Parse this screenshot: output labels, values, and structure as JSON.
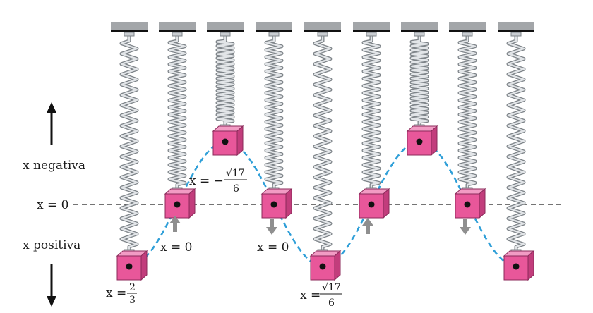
{
  "labels": {
    "x_negative": "x negativa",
    "x_zero_axis": "x = 0",
    "x_positive": "x positiva",
    "x_zero_up": "x = 0",
    "x_zero_down": "x = 0",
    "frac_start_lhs": "x =",
    "frac_start_num": "2",
    "frac_start_den": "3",
    "frac_top_lhs": "x = −",
    "frac_top_num": "√17",
    "frac_top_den": "6",
    "frac_bottom_lhs": "x =",
    "frac_bottom_num": "√17",
    "frac_bottom_den": "6"
  },
  "colors": {
    "block_fill": "#e8579a",
    "block_top": "#f29bc4",
    "block_side": "#c23d7c",
    "curve": "#2f9fd8",
    "support": "#a3a6a9",
    "spring": "#9aa0a6",
    "arrow_gray": "#8f8f8f"
  },
  "icons": {
    "up_arrow": "up-arrow-icon",
    "down_arrow": "down-arrow-icon"
  }
}
